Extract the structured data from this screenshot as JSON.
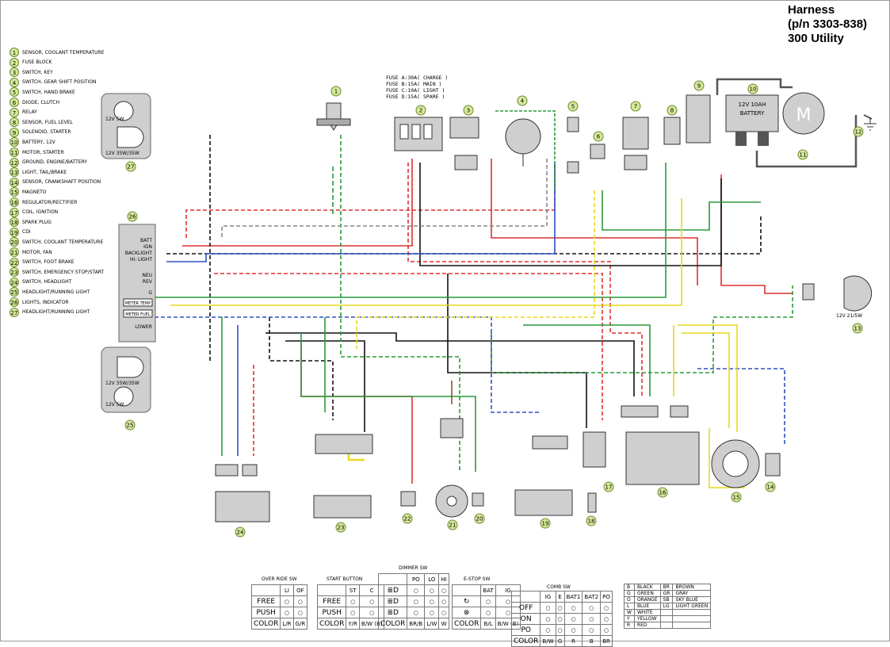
{
  "title": {
    "lines": [
      "Harness",
      "(p/n 3303-838)",
      "300 Utility"
    ]
  },
  "legend": [
    {
      "n": "1",
      "text": "SENSOR, COOLANT TEMPERATURE"
    },
    {
      "n": "2",
      "text": "FUSE BLOCK"
    },
    {
      "n": "3",
      "text": "SWITCH, KEY"
    },
    {
      "n": "4",
      "text": "SWITCH, GEAR SHIFT POSITION"
    },
    {
      "n": "5",
      "text": "SWITCH, HAND BRAKE"
    },
    {
      "n": "6",
      "text": "DIODE, CLUTCH"
    },
    {
      "n": "7",
      "text": "RELAY"
    },
    {
      "n": "8",
      "text": "SENSOR, FUEL LEVEL"
    },
    {
      "n": "9",
      "text": "SOLENOID, STARTER"
    },
    {
      "n": "10",
      "text": "BATTERY, 12V"
    },
    {
      "n": "11",
      "text": "MOTOR, STARTER"
    },
    {
      "n": "12",
      "text": "GROUND, ENGINE/BATTERY"
    },
    {
      "n": "13",
      "text": "LIGHT, TAIL/BRAKE"
    },
    {
      "n": "14",
      "text": "SENSOR, CRANKSHAFT POSITION"
    },
    {
      "n": "15",
      "text": "MAGNETO"
    },
    {
      "n": "16",
      "text": "REGULATOR/RECTIFIER"
    },
    {
      "n": "17",
      "text": "COIL, IGNITION"
    },
    {
      "n": "18",
      "text": "SPARK PLUG"
    },
    {
      "n": "19",
      "text": "CDI"
    },
    {
      "n": "20",
      "text": "SWITCH, COOLANT TEMPERATURE"
    },
    {
      "n": "21",
      "text": "MOTOR, FAN"
    },
    {
      "n": "22",
      "text": "SWITCH, FOOT BRAKE"
    },
    {
      "n": "23",
      "text": "SWITCH, EMERGENCY STOP/START"
    },
    {
      "n": "24",
      "text": "SWITCH, HEADLIGHT"
    },
    {
      "n": "25",
      "text": "HEADLIGHT/RUNNING LIGHT"
    },
    {
      "n": "26",
      "text": "LIGHTS, INDICATOR"
    },
    {
      "n": "27",
      "text": "HEADLIGHT/RUNNING LIGHT"
    }
  ],
  "fuses": [
    "FUSE A:30A( CHARGE )",
    "FUSE B:15A( MAIN )",
    "FUSE C:10A( LIGHT )",
    "FUSE D:15A( SPARE )"
  ],
  "battery": {
    "l1": "12V 10AH",
    "l2": "BATTERY"
  },
  "motor_letter": "M",
  "headlight_top": {
    "l1": "12V 5W",
    "l2": "12V 35W/35W"
  },
  "headlight_bottom": {
    "l1": "12V 35W/35W",
    "l2": "12V 5W"
  },
  "tail_rating": "12V 21/5W",
  "indicator_labels": [
    "BATT",
    "IGN",
    "BACKLIGHT",
    "HI. LIGHT",
    "NEU",
    "REV",
    "G",
    "METER TEMP",
    "METER FUEL",
    "LOWER"
  ],
  "switch_tables": {
    "override": {
      "title": "OVER RIDE SW",
      "cols": [
        "",
        "LI",
        "OF"
      ],
      "rows": [
        [
          "FREE",
          "",
          ""
        ],
        [
          "PUSH",
          "",
          ""
        ],
        [
          "COLOR",
          "L/R",
          "G/R"
        ]
      ]
    },
    "start": {
      "title": "START BUTTON",
      "cols": [
        "",
        "ST",
        "C"
      ],
      "rows": [
        [
          "FREE",
          "",
          ""
        ],
        [
          "PUSH",
          "",
          ""
        ],
        [
          "COLOR",
          "Y/R",
          "B/W (B)"
        ]
      ]
    },
    "dimmer": {
      "title": "DIMMER SW",
      "cols": [
        "",
        "PO",
        "LO",
        "HI"
      ],
      "rows": [
        [
          "≣D",
          "",
          "",
          ""
        ],
        [
          "≣D",
          "",
          "",
          ""
        ],
        [
          "≣D",
          "",
          "",
          ""
        ],
        [
          "COLOR",
          "BR/B",
          "L/W",
          "W"
        ]
      ]
    },
    "estop": {
      "title": "E-STOP SW",
      "cols": [
        "",
        "BAT",
        "IG"
      ],
      "rows": [
        [
          "↻",
          "",
          ""
        ],
        [
          "⊗",
          "",
          ""
        ],
        [
          "COLOR",
          "B/L",
          "B/W (B)"
        ]
      ]
    },
    "comb": {
      "title": "COMB SW",
      "cols": [
        "",
        "IG",
        "E",
        "BAT1",
        "BAT2",
        "PO"
      ],
      "rows": [
        [
          "OFF",
          "",
          "",
          "",
          "",
          ""
        ],
        [
          "ON",
          "",
          "",
          "",
          "",
          ""
        ],
        [
          "PO",
          "",
          "",
          "",
          "",
          ""
        ],
        [
          "COLOR",
          "B/W",
          "G",
          "R",
          "B",
          "BR"
        ]
      ]
    }
  },
  "color_code": [
    [
      "B",
      "BLACK",
      "BR",
      "BROWN"
    ],
    [
      "G",
      "GREEN",
      "GR",
      "GRAY"
    ],
    [
      "O",
      "ORANGE",
      "SB",
      "SKY BLUE"
    ],
    [
      "L",
      "BLUE",
      "LG",
      "LIGHT GREEN"
    ],
    [
      "W",
      "WHITE",
      "",
      ""
    ],
    [
      "Y",
      "YELLOW",
      "",
      ""
    ],
    [
      "R",
      "RED",
      "",
      ""
    ]
  ],
  "colors": {
    "wire_red": "#e03030",
    "wire_green": "#2a9a3a",
    "wire_blue": "#3050c0",
    "wire_yellow": "#e8d820",
    "wire_black": "#111111",
    "wire_brown": "#8a5a20",
    "wire_gray": "#888888",
    "badge_fill": "#d6e89c",
    "component_fill": "#cfcfcf"
  }
}
